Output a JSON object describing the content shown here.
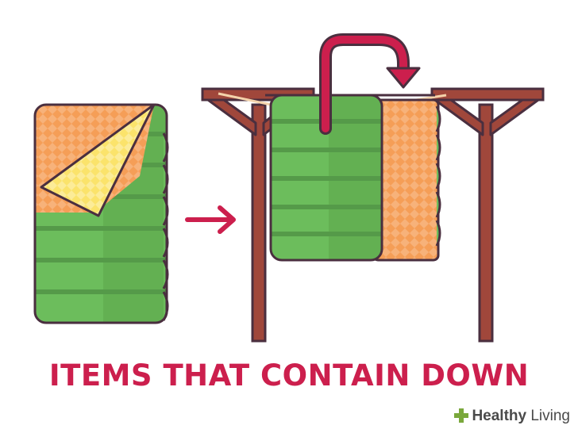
{
  "caption": "ITEMS THAT CONTAIN DOWN",
  "brand": {
    "name_bold": "Healthy",
    "name_regular": " Living",
    "icon": "plus-cross-icon"
  },
  "colors": {
    "caption": "#cc1f4d",
    "outline": "#4a2f3f",
    "bag_green": "#6cbd5c",
    "bag_green_dark": "#559a49",
    "lining_orange": "#f59e57",
    "flap_yellow": "#fbe36b",
    "wood": "#a0473b",
    "wood_light": "#c9624e",
    "arrow_red": "#cc1f4d",
    "rope": "#f4d3ab"
  }
}
